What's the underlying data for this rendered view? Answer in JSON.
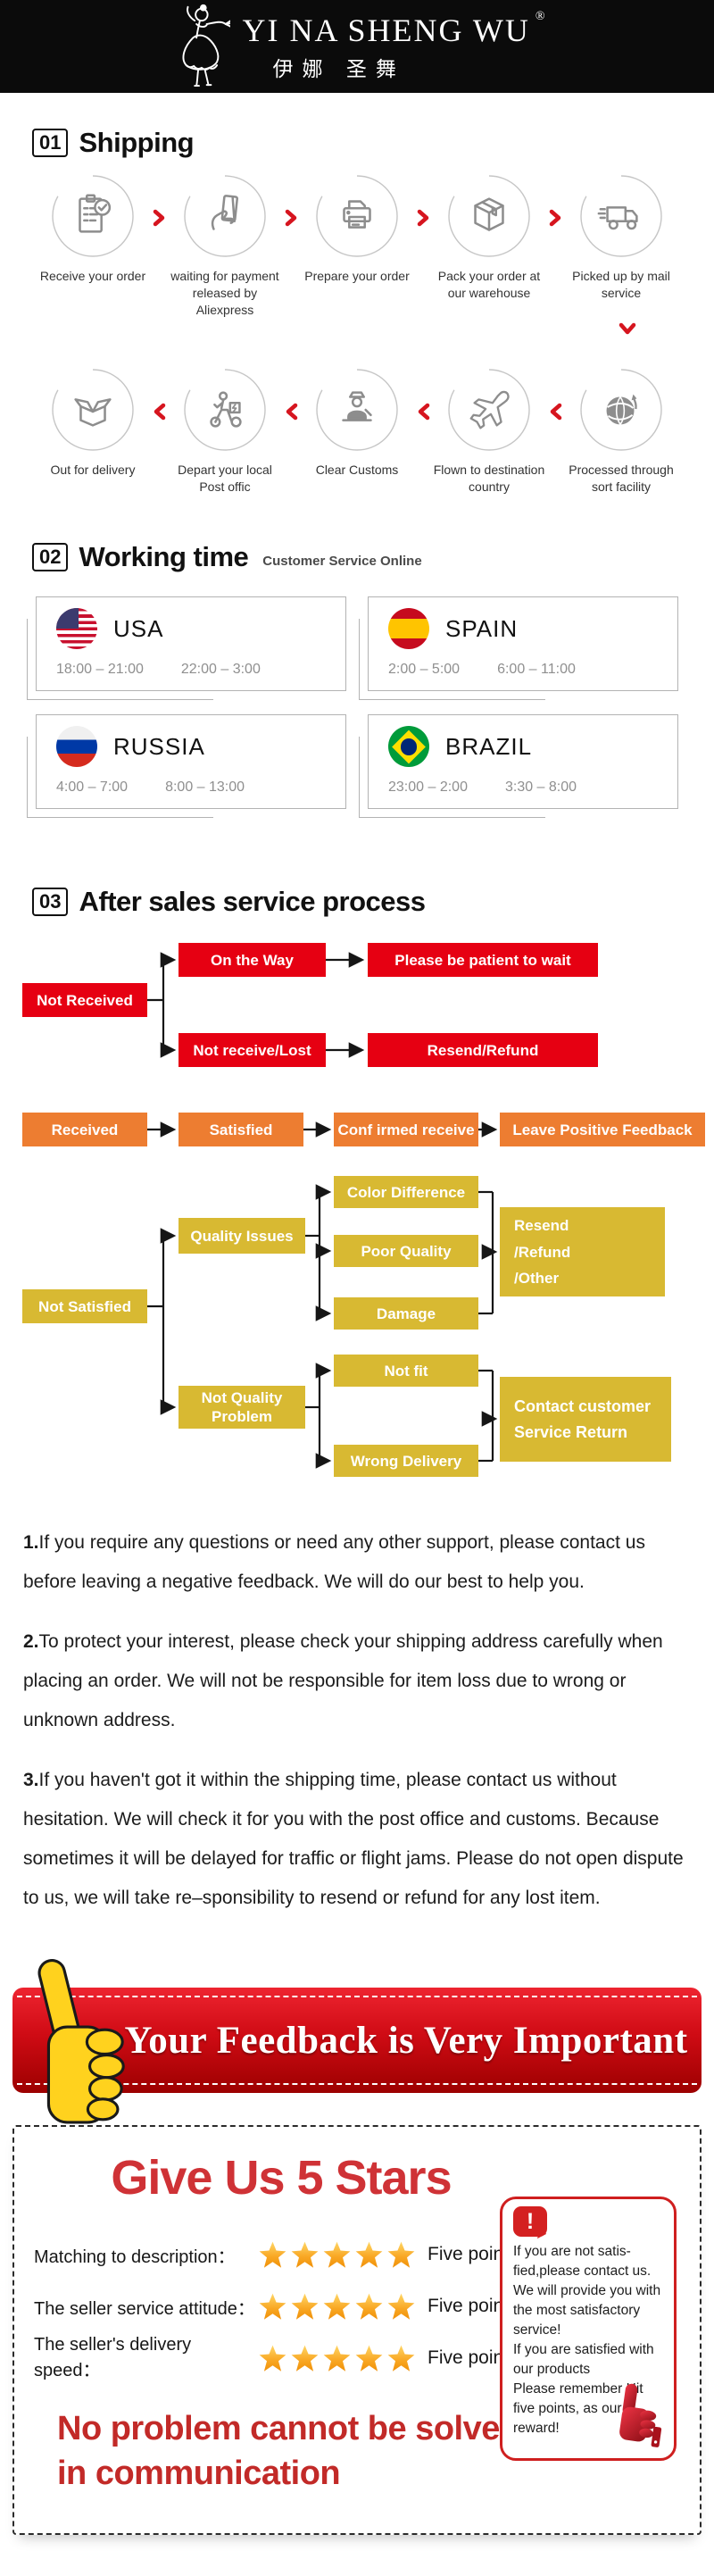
{
  "colors": {
    "header_bg": "#0b0b0b",
    "flow_red": "#e60012",
    "flow_orange": "#ed7d31",
    "flow_yellow": "#d8b932",
    "banner_red": "#cf0b14",
    "star_orange": "#f9a825",
    "title_red": "#cf3236",
    "chevron_red": "#d6151f",
    "icon_gray": "#8d8d8d"
  },
  "header": {
    "brand": "YI NA SHENG WU",
    "reg": "®",
    "brand_cn": "伊娜 圣舞"
  },
  "shipping": {
    "num": "01",
    "title": "Shipping",
    "row1": [
      {
        "icon": "receive-order-icon",
        "label": "Receive your order"
      },
      {
        "icon": "payment-icon",
        "label": "waiting for payment released by Aliexpress"
      },
      {
        "icon": "printer-icon",
        "label": "Prepare your order"
      },
      {
        "icon": "package-box-icon",
        "label": "Pack your order at our warehouse"
      },
      {
        "icon": "truck-icon",
        "label": "Picked up by mail service"
      }
    ],
    "row2": [
      {
        "icon": "open-box-icon",
        "label": "Out  for delivery"
      },
      {
        "icon": "scooter-icon",
        "label": "Depart your local Post offic"
      },
      {
        "icon": "customs-officer-icon",
        "label": "Clear Customs"
      },
      {
        "icon": "airplane-icon",
        "label": "Flown to destination country"
      },
      {
        "icon": "globe-icon",
        "label": "Processed through sort facility"
      }
    ]
  },
  "working": {
    "num": "02",
    "title": "Working time",
    "subtitle": "Customer Service Online",
    "zones": [
      {
        "country": "USA",
        "time1": "18:00 – 21:00",
        "time2": "22:00 – 3:00"
      },
      {
        "country": "SPAIN",
        "time1": "2:00 – 5:00",
        "time2": "6:00 – 11:00"
      },
      {
        "country": "RUSSIA",
        "time1": "4:00 – 7:00",
        "time2": "8:00 – 13:00"
      },
      {
        "country": "BRAZIL",
        "time1": "23:00 – 2:00",
        "time2": "3:30 – 8:00"
      }
    ]
  },
  "service": {
    "num": "03",
    "title": "After sales service process",
    "flow": {
      "not_received": "Not Received",
      "on_the_way": "On the Way",
      "please_wait": "Please be patient to wait",
      "not_receive_lost": "Not receive/Lost",
      "resend_refund": "Resend/Refund",
      "received": "Received",
      "satisfied": "Satisfied",
      "confirmed": "Conf irmed receive",
      "leave_feedback": "Leave Positive Feedback",
      "not_satisfied": "Not Satisfied",
      "quality_issues": "Quality Issues",
      "color_difference": "Color Difference",
      "poor_quality": "Poor Quality",
      "damage": "Damage",
      "resend_other": "Resend\n/Refund\n/Other",
      "not_quality_problem": "Not Quality Problem",
      "not_fit": "Not fit",
      "wrong_delivery": "Wrong Delivery",
      "contact_customer": "Contact customer Service Return"
    }
  },
  "notes": [
    {
      "num": "1.",
      "text": "If you require any questions or need any other support, please contact us before leaving a negative feedback. We will do our best to help you."
    },
    {
      "num": "2.",
      "text": "To protect your interest, please check your shipping address carefully when placing an order. We will not be responsible for item loss due to wrong or unknown address."
    },
    {
      "num": "3.",
      "text": "If you haven't got it within the shipping time, please contact us without hesitation. We will check it for you with the post office and customs. Because sometimes it will be delayed for traffic or flight jams. Please do not open dispute to us, we will take re–sponsibility to resend or refund for any lost item."
    }
  ],
  "banner": {
    "text": "Your Feedback is Very Important"
  },
  "stars": {
    "title": "Give Us 5 Stars",
    "rows": [
      {
        "label": "Matching to description："
      },
      {
        "label": "The seller service attitude："
      },
      {
        "label": "The seller's delivery speed："
      }
    ],
    "points_label": "Five points",
    "slogan": "No problem cannot be solved\nin communication",
    "tip": "If you are not satis-\nfied,please contact us.\nWe will provide you with\nthe most satisfactory\nservice!\nIf you are satisfied with\nour products\nPlease remember Hit\nfive points, as our\nreward!"
  }
}
